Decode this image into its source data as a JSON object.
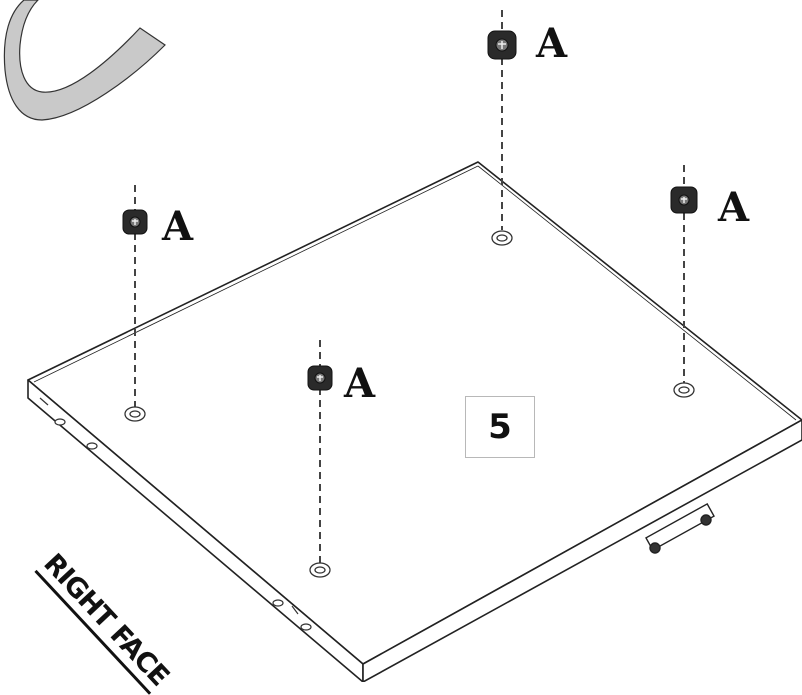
{
  "diagram": {
    "step_number": "5",
    "part_label": "A",
    "face_label": "RIGHT FACE",
    "part_count": 4
  },
  "colors": {
    "line": "#222222",
    "nut": "#2a2a2a",
    "tape": "#c8c8c8"
  },
  "icons": {
    "nut": "cam-nut-icon",
    "hole": "hole-icon",
    "tape": "adhesive-strip-icon"
  }
}
